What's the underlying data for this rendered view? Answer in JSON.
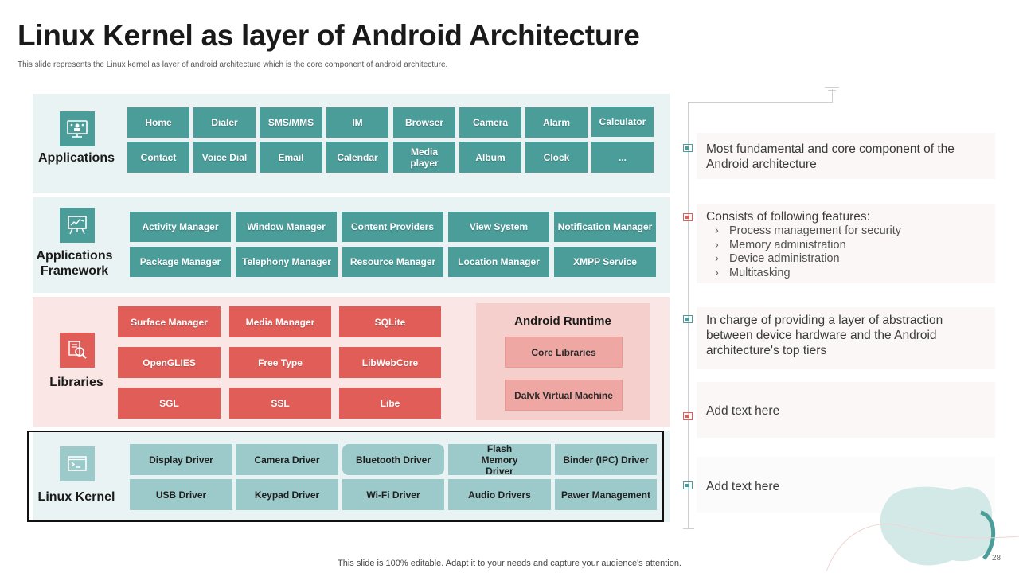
{
  "title": "Linux Kernel as layer of Android Architecture",
  "subtitle": "This slide represents the Linux kernel as layer of android architecture which is the core component of android architecture.",
  "layers": {
    "applications": {
      "label": "Applications",
      "row1": [
        "Home",
        "Dialer",
        "SMS/MMS",
        "IM",
        "Browser",
        "Camera",
        "Alarm",
        "Calculator"
      ],
      "row2": [
        "Contact",
        "Voice Dial",
        "Email",
        "Calendar",
        "Media player",
        "Album",
        "Clock",
        "..."
      ]
    },
    "framework": {
      "label": "Applications Framework",
      "row1": [
        "Activity Manager",
        "Window Manager",
        "Content Providers",
        "View System",
        "Notification Manager"
      ],
      "row2": [
        "Package Manager",
        "Telephony Manager",
        "Resource Manager",
        "Location Manager",
        "XMPP Service"
      ]
    },
    "libraries": {
      "label": "Libraries",
      "row1": [
        "Surface Manager",
        "Media Manager",
        "SQLite"
      ],
      "row2": [
        "OpenGLIES",
        "Free Type",
        "LibWebCore"
      ],
      "row3": [
        "SGL",
        "SSL",
        "Libe"
      ],
      "runtime": {
        "title": "Android Runtime",
        "items": [
          "Core Libraries",
          "Dalvk Virtual Machine"
        ]
      }
    },
    "kernel": {
      "label": "Linux Kernel",
      "row1": [
        "Display Driver",
        "Camera Driver",
        "Bluetooth Driver",
        "Flash Memory Driver",
        "Binder (IPC) Driver"
      ],
      "row2": [
        "USB Driver",
        "Keypad Driver",
        "Wi-Fi Driver",
        "Audio Drivers",
        "Pawer Management"
      ]
    }
  },
  "notes": [
    {
      "text": "Most fundamental and core component of the Android architecture"
    },
    {
      "text": "Consists of following features:",
      "bullets": [
        "Process management for security",
        "Memory administration",
        "Device administration",
        "Multitasking"
      ]
    },
    {
      "text": "In charge of providing a layer of abstraction between device hardware and the Android architecture's top tiers"
    },
    {
      "text": "Add text here"
    },
    {
      "text": "Add text here"
    }
  ],
  "footer": "This slide is 100% editable. Adapt it to your needs and capture your audience's attention.",
  "page_number": "28",
  "colors": {
    "teal": "#4b9d9a",
    "light_teal": "#9ccaca",
    "red": "#e05d58",
    "pink": "#efa7a3"
  }
}
